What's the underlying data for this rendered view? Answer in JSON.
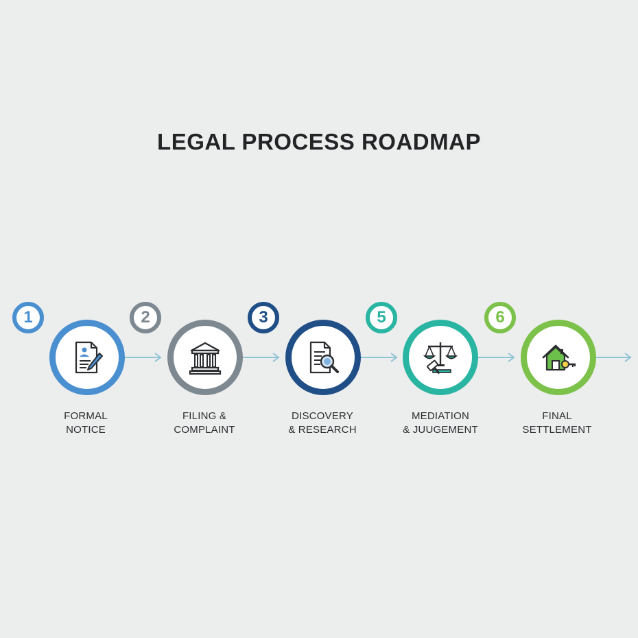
{
  "title": "LEGAL PROCESS ROADMAP",
  "steps": [
    {
      "number": "1",
      "line1": "FORMAL",
      "line2": "NOTICE",
      "color": "#4a8fd0",
      "icon": "document-pen-icon"
    },
    {
      "number": "2",
      "line1": "FILING &",
      "line2": "COMPLAINT",
      "color": "#7d8891",
      "icon": "courthouse-icon"
    },
    {
      "number": "3",
      "line1": "DISCOVERY",
      "line2": "& RESEARCH",
      "color": "#1f4f86",
      "icon": "document-magnifier-icon"
    },
    {
      "number": "5",
      "line1": "MEDIATION",
      "line2": "& JUUGEMENT",
      "color": "#2ab5a2",
      "icon": "scales-gavel-icon"
    },
    {
      "number": "6",
      "line1": "FINAL",
      "line2": "SETTLEMENT",
      "color": "#7cc24a",
      "icon": "house-key-icon"
    }
  ],
  "arrow_color": "#8fc3d6"
}
